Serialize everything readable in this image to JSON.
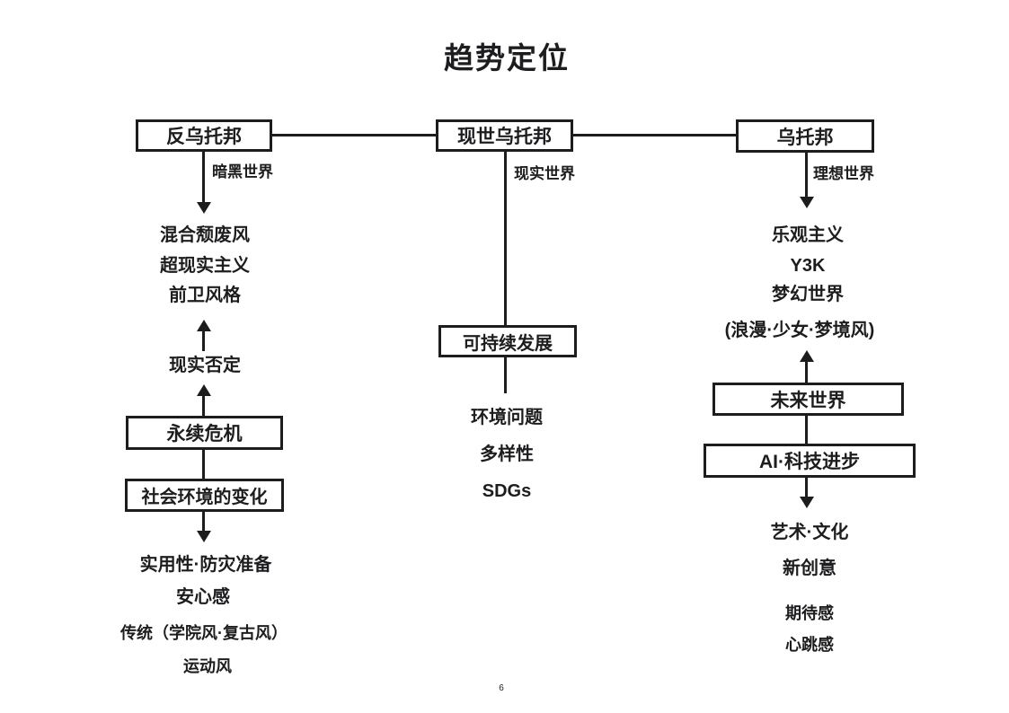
{
  "page": {
    "title": "趋势定位",
    "page_number": "6"
  },
  "colors": {
    "ink": "#1d1d1f",
    "background": "#ffffff"
  },
  "left": {
    "header": "反乌托邦",
    "header_sub": "暗黑世界",
    "styles": [
      "混合颓废风",
      "超现实主义",
      "前卫风格"
    ],
    "mid_label": "现实否定",
    "box1": "永续危机",
    "box2": "社会环境的变化",
    "bottom": [
      "实用性·防灾准备",
      "安心感",
      "传统（学院风·复古风）",
      "运动风"
    ]
  },
  "middle": {
    "header": "现世乌托邦",
    "header_sub": "现实世界",
    "box1": "可持续发展",
    "bottom": [
      "环境问题",
      "多样性",
      "SDGs"
    ]
  },
  "right": {
    "header": "乌托邦",
    "header_sub": "理想世界",
    "styles": [
      "乐观主义",
      "Y3K",
      "梦幻世界",
      "(浪漫·少女·梦境风)"
    ],
    "box1": "未来世界",
    "box2": "AI·科技进步",
    "bottom": [
      "艺术·文化",
      "新创意",
      "期待感",
      "心跳感"
    ]
  }
}
